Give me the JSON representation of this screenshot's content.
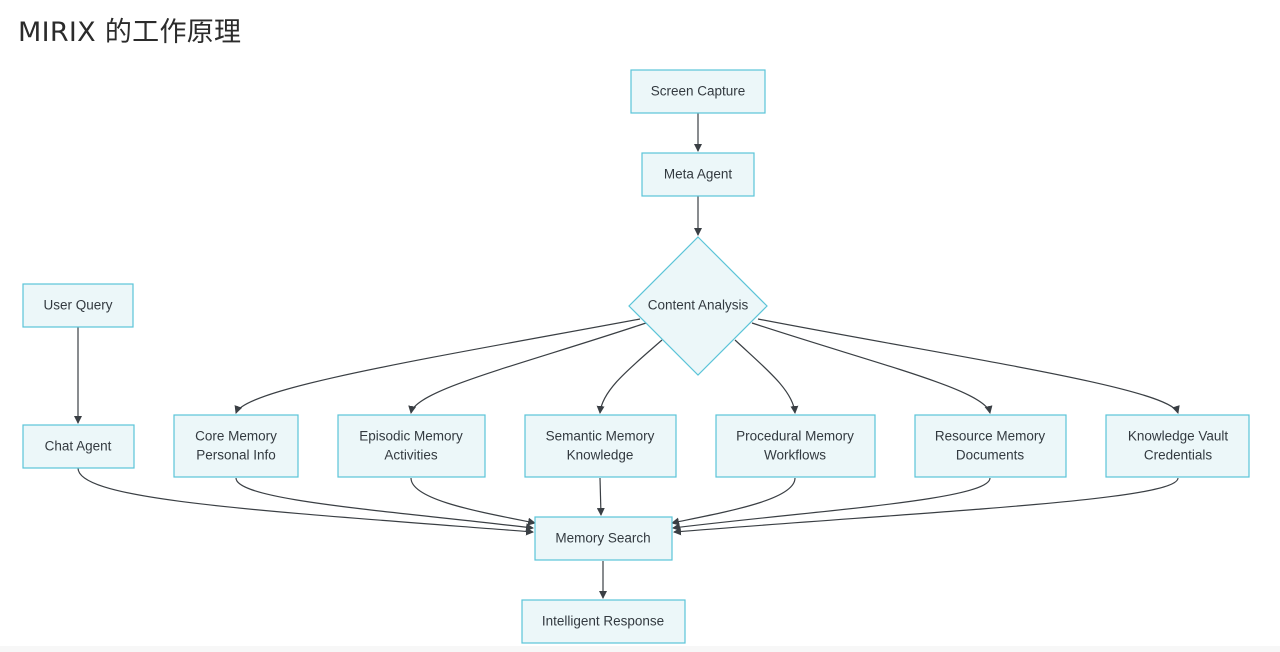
{
  "page": {
    "title": "MIRIX 的工作原理"
  },
  "nodes": {
    "screen_capture": {
      "label": "Screen Capture"
    },
    "meta_agent": {
      "label": "Meta Agent"
    },
    "content_analysis": {
      "label": "Content Analysis"
    },
    "user_query": {
      "label": "User Query"
    },
    "chat_agent": {
      "label": "Chat Agent"
    },
    "core_memory": {
      "line1": "Core Memory",
      "line2": "Personal Info"
    },
    "episodic_memory": {
      "line1": "Episodic Memory",
      "line2": "Activities"
    },
    "semantic_memory": {
      "line1": "Semantic Memory",
      "line2": "Knowledge"
    },
    "procedural_memory": {
      "line1": "Procedural Memory",
      "line2": "Workflows"
    },
    "resource_memory": {
      "line1": "Resource Memory",
      "line2": "Documents"
    },
    "knowledge_vault": {
      "line1": "Knowledge Vault",
      "line2": "Credentials"
    },
    "memory_search": {
      "label": "Memory Search"
    },
    "intelligent_response": {
      "label": "Intelligent Response"
    }
  },
  "colors": {
    "node_fill": "#ecf7f9",
    "node_stroke": "#5bc4d8",
    "edge": "#3a3f44",
    "text": "#333a40"
  }
}
